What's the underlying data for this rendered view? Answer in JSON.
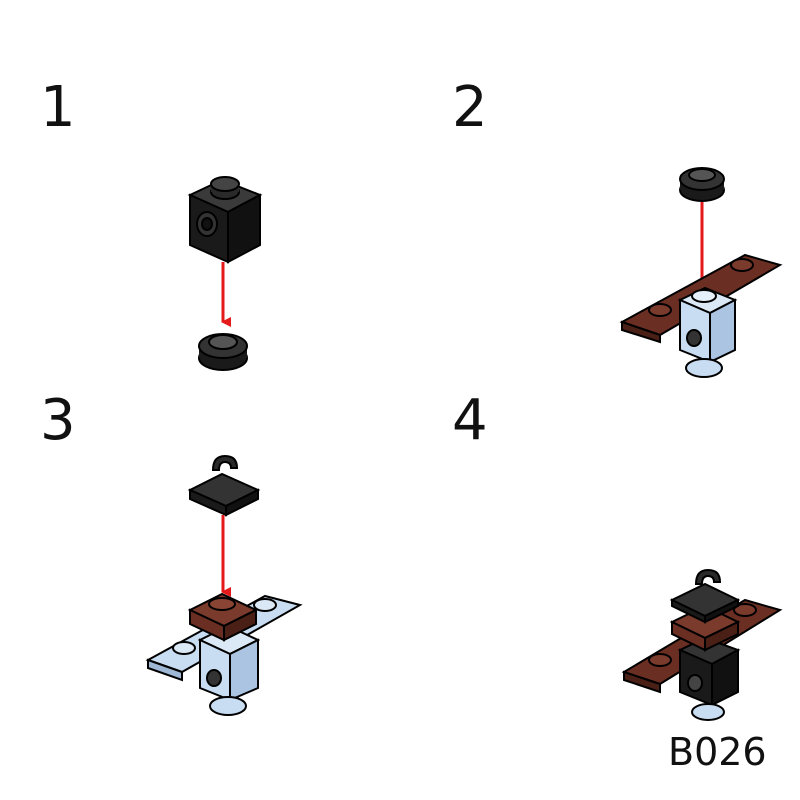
{
  "steps": [
    {
      "number": "1"
    },
    {
      "number": "2"
    },
    {
      "number": "3"
    },
    {
      "number": "4"
    }
  ],
  "model_code": "B026",
  "colors": {
    "black": "#1a1a1a",
    "brown": "#6b2e22",
    "light_blue": "#c8dcf2",
    "arrow_red": "#e41a1a"
  }
}
